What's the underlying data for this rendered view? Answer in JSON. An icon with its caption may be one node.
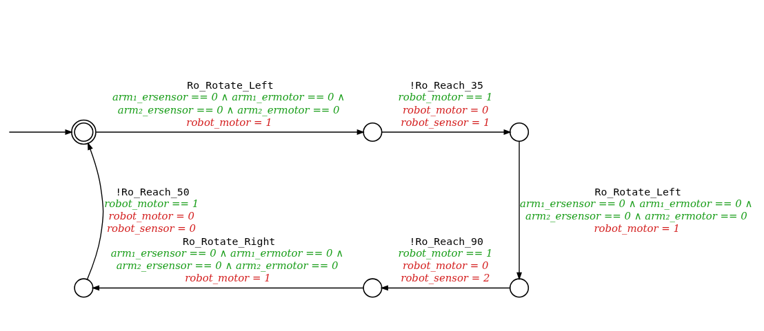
{
  "diagram": {
    "nodes": [
      {
        "text": [],
        "shape": "doublecircle"
      },
      {
        "text": [],
        "shape": "circle"
      },
      {
        "text": [],
        "shape": "circle"
      },
      {
        "text": [],
        "shape": "circle"
      },
      {
        "text": [],
        "shape": "circle"
      },
      {
        "text": [],
        "shape": "circle"
      }
    ],
    "edges": [
      {
        "from": null,
        "to": 0,
        "arrow": "to"
      },
      {
        "from": 0,
        "to": 1,
        "arrow": "to",
        "label": [
          "Ro_Rotate_Left",
          "arm₁_ersensor == 0 ∧ arm₁_ermotor == 0 ∧ arm₂_ersensor == 0 ∧ arm₂_ermotor == 0",
          "robot_motor = 1"
        ]
      },
      {
        "from": 1,
        "to": 2,
        "arrow": "to",
        "label": [
          "!Ro_Reach_35",
          "robot_motor == 1",
          "robot_motor = 0 robot_sensor = 1"
        ]
      },
      {
        "from": 2,
        "to": 3,
        "arrow": "to",
        "label": [
          "Ro_Rotate_Left",
          "arm₁_ersensor == 0 ∧ arm₁_ermotor == 0 ∧ arm₂_ersensor == 0 ∧ arm₂_ermotor == 0",
          "robot_motor = 1"
        ]
      },
      {
        "from": 3,
        "to": 4,
        "arrow": "to",
        "label": [
          "!Ro_Reach_90",
          "robot_motor == 1",
          "robot_motor = 0 robot_sensor = 2"
        ]
      },
      {
        "from": 4,
        "to": 5,
        "arrow": "to",
        "label": [
          "Ro_Rotate_Right",
          "arm₁_ersensor == 0 ∧ arm₁_ermotor == 0 ∧ arm₂_ersensor == 0 ∧ arm₂_ermotor == 0",
          "robot_motor = 1"
        ]
      },
      {
        "from": 5,
        "to": 0,
        "arrow": "to",
        "label": [
          "!Ro_Reach_50",
          "robot_motor == 1",
          "robot_motor = 0 robot_sensor = 0"
        ]
      }
    ]
  }
}
